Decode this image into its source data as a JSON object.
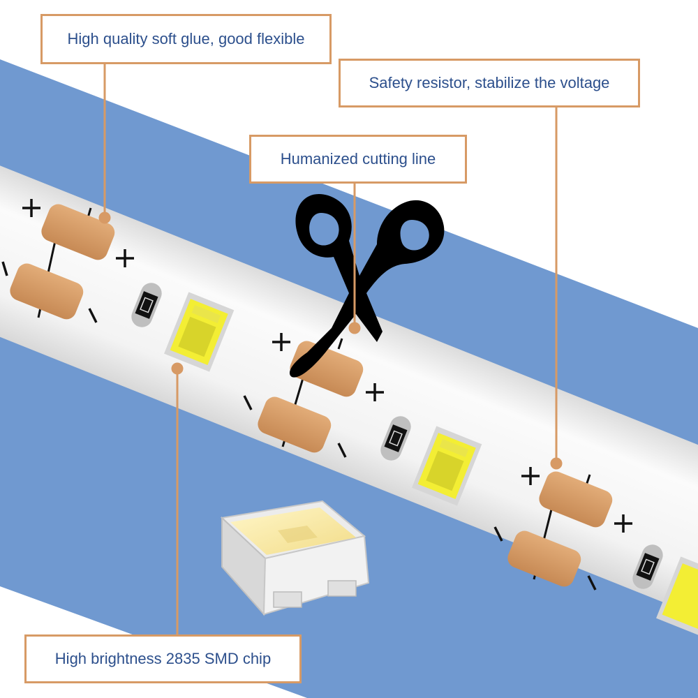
{
  "callouts": {
    "glue": "High quality soft glue, good flexible",
    "resistor": "Safety resistor, stabilize the voltage",
    "cut_line": "Humanized cutting line",
    "chip": "High brightness 2835 SMD chip"
  },
  "symbols": {
    "plus": "+",
    "minus": "−"
  },
  "colors": {
    "band": "#7099d0",
    "strip": "#f4f4f4",
    "pad": "#d59a64",
    "pad_dark": "#b07845",
    "callout_border": "#d79a65",
    "callout_text": "#2c4f8c",
    "led_yellow": "#f6f03a",
    "scissors": "#000000"
  },
  "icons": [
    "scissors-icon",
    "solder-pad",
    "resistor",
    "led-chip",
    "led-chip-3d"
  ]
}
